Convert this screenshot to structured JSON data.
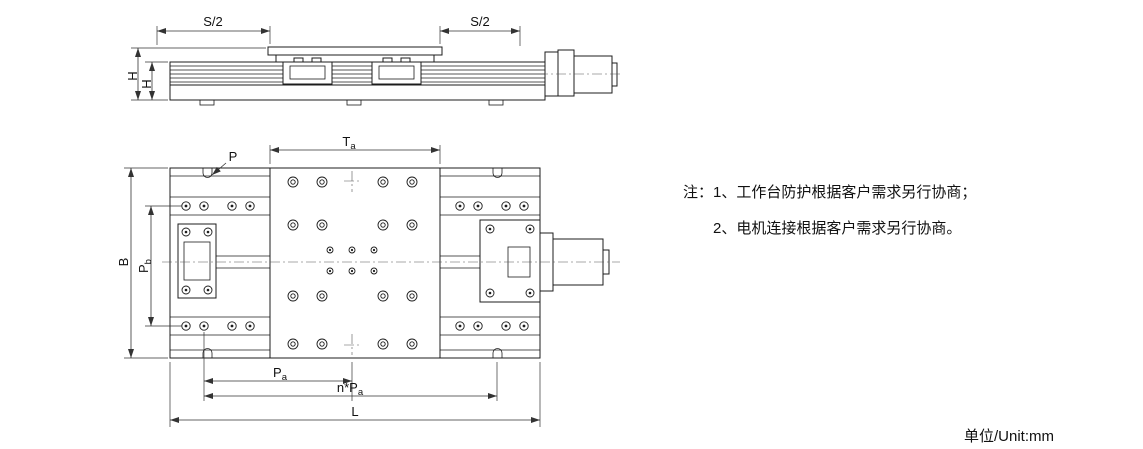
{
  "side_view": {
    "dim_s2_left": "S/2",
    "dim_s2_right": "S/2",
    "dim_h_outer": "H",
    "dim_h_inner": "H"
  },
  "plan_view": {
    "dim_p": "P",
    "dim_ta": {
      "main": "T",
      "sub": "a"
    },
    "dim_b": "B",
    "dim_pb": {
      "main": "P",
      "sub": "b"
    },
    "dim_pa": {
      "main": "P",
      "sub": "a"
    },
    "dim_npa": {
      "main": "n*P",
      "sub": "a"
    },
    "dim_l": "L"
  },
  "notes": {
    "line1": "注：1、工作台防护根据客户需求另行协商；",
    "line2": "2、电机连接根据客户需求另行协商。"
  },
  "unit_label": "单位/Unit:mm"
}
